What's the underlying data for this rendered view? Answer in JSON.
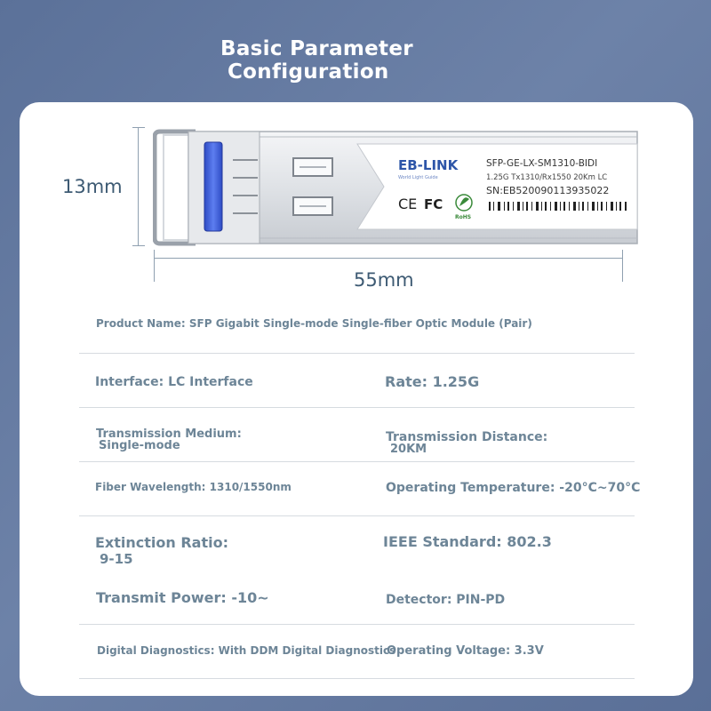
{
  "header": {
    "title_line1": "Basic Parameter",
    "title_line2": "Configuration"
  },
  "dimensions": {
    "height": "13mm",
    "length": "55mm"
  },
  "module_label": {
    "brand": "EB-LINK",
    "model": "SFP-GE-LX-SM1310-BIDI",
    "spec": "1.25G Tx1310/Rx1550 20Km LC",
    "serial": "SN:EB520090113935022",
    "cert_ce": "CE",
    "cert_fc": "FC",
    "cert_rohs": "RoHS"
  },
  "specs": {
    "product_name": "Product Name: SFP Gigabit Single-mode Single-fiber Optic Module (Pair)",
    "interface": "Interface: LC Interface",
    "rate": "Rate: 1.25G",
    "medium_label": "Transmission Medium:",
    "medium_value": "Single-mode",
    "distance_label": "Transmission Distance:",
    "distance_value": "20KM",
    "wavelength": "Fiber Wavelength: 1310/1550nm",
    "temperature": "Operating Temperature: -20°C~70°C",
    "extinction_label": "Extinction Ratio:",
    "extinction_value": "9-15",
    "ieee": "IEEE Standard: 802.3",
    "transmit_power": "Transmit Power: -10~",
    "detector": "Detector: PIN-PD",
    "diagnostics": "Digital Diagnostics: With DDM Digital Diagnostics",
    "voltage": "Operating Voltage: 3.3V"
  },
  "colors": {
    "background": "#6478a0",
    "card": "#ffffff",
    "spec_text": "#6d8597",
    "dimension_text": "#3d5a73",
    "latch_blue": "#3f5fd6"
  }
}
